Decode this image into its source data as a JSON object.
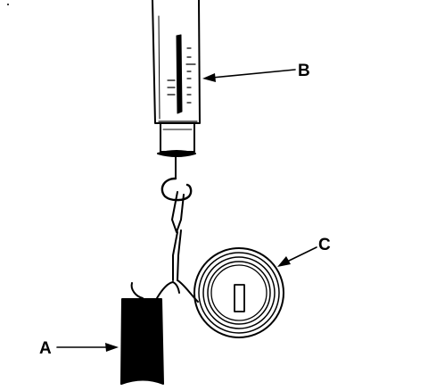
{
  "callouts": {
    "a": "A",
    "b": "B",
    "c": "C"
  },
  "colors": {
    "ink": "#000000",
    "paper": "#ffffff"
  },
  "parts": {
    "a": "holder-rod",
    "b": "spring-scale",
    "c": "coil-spring"
  }
}
